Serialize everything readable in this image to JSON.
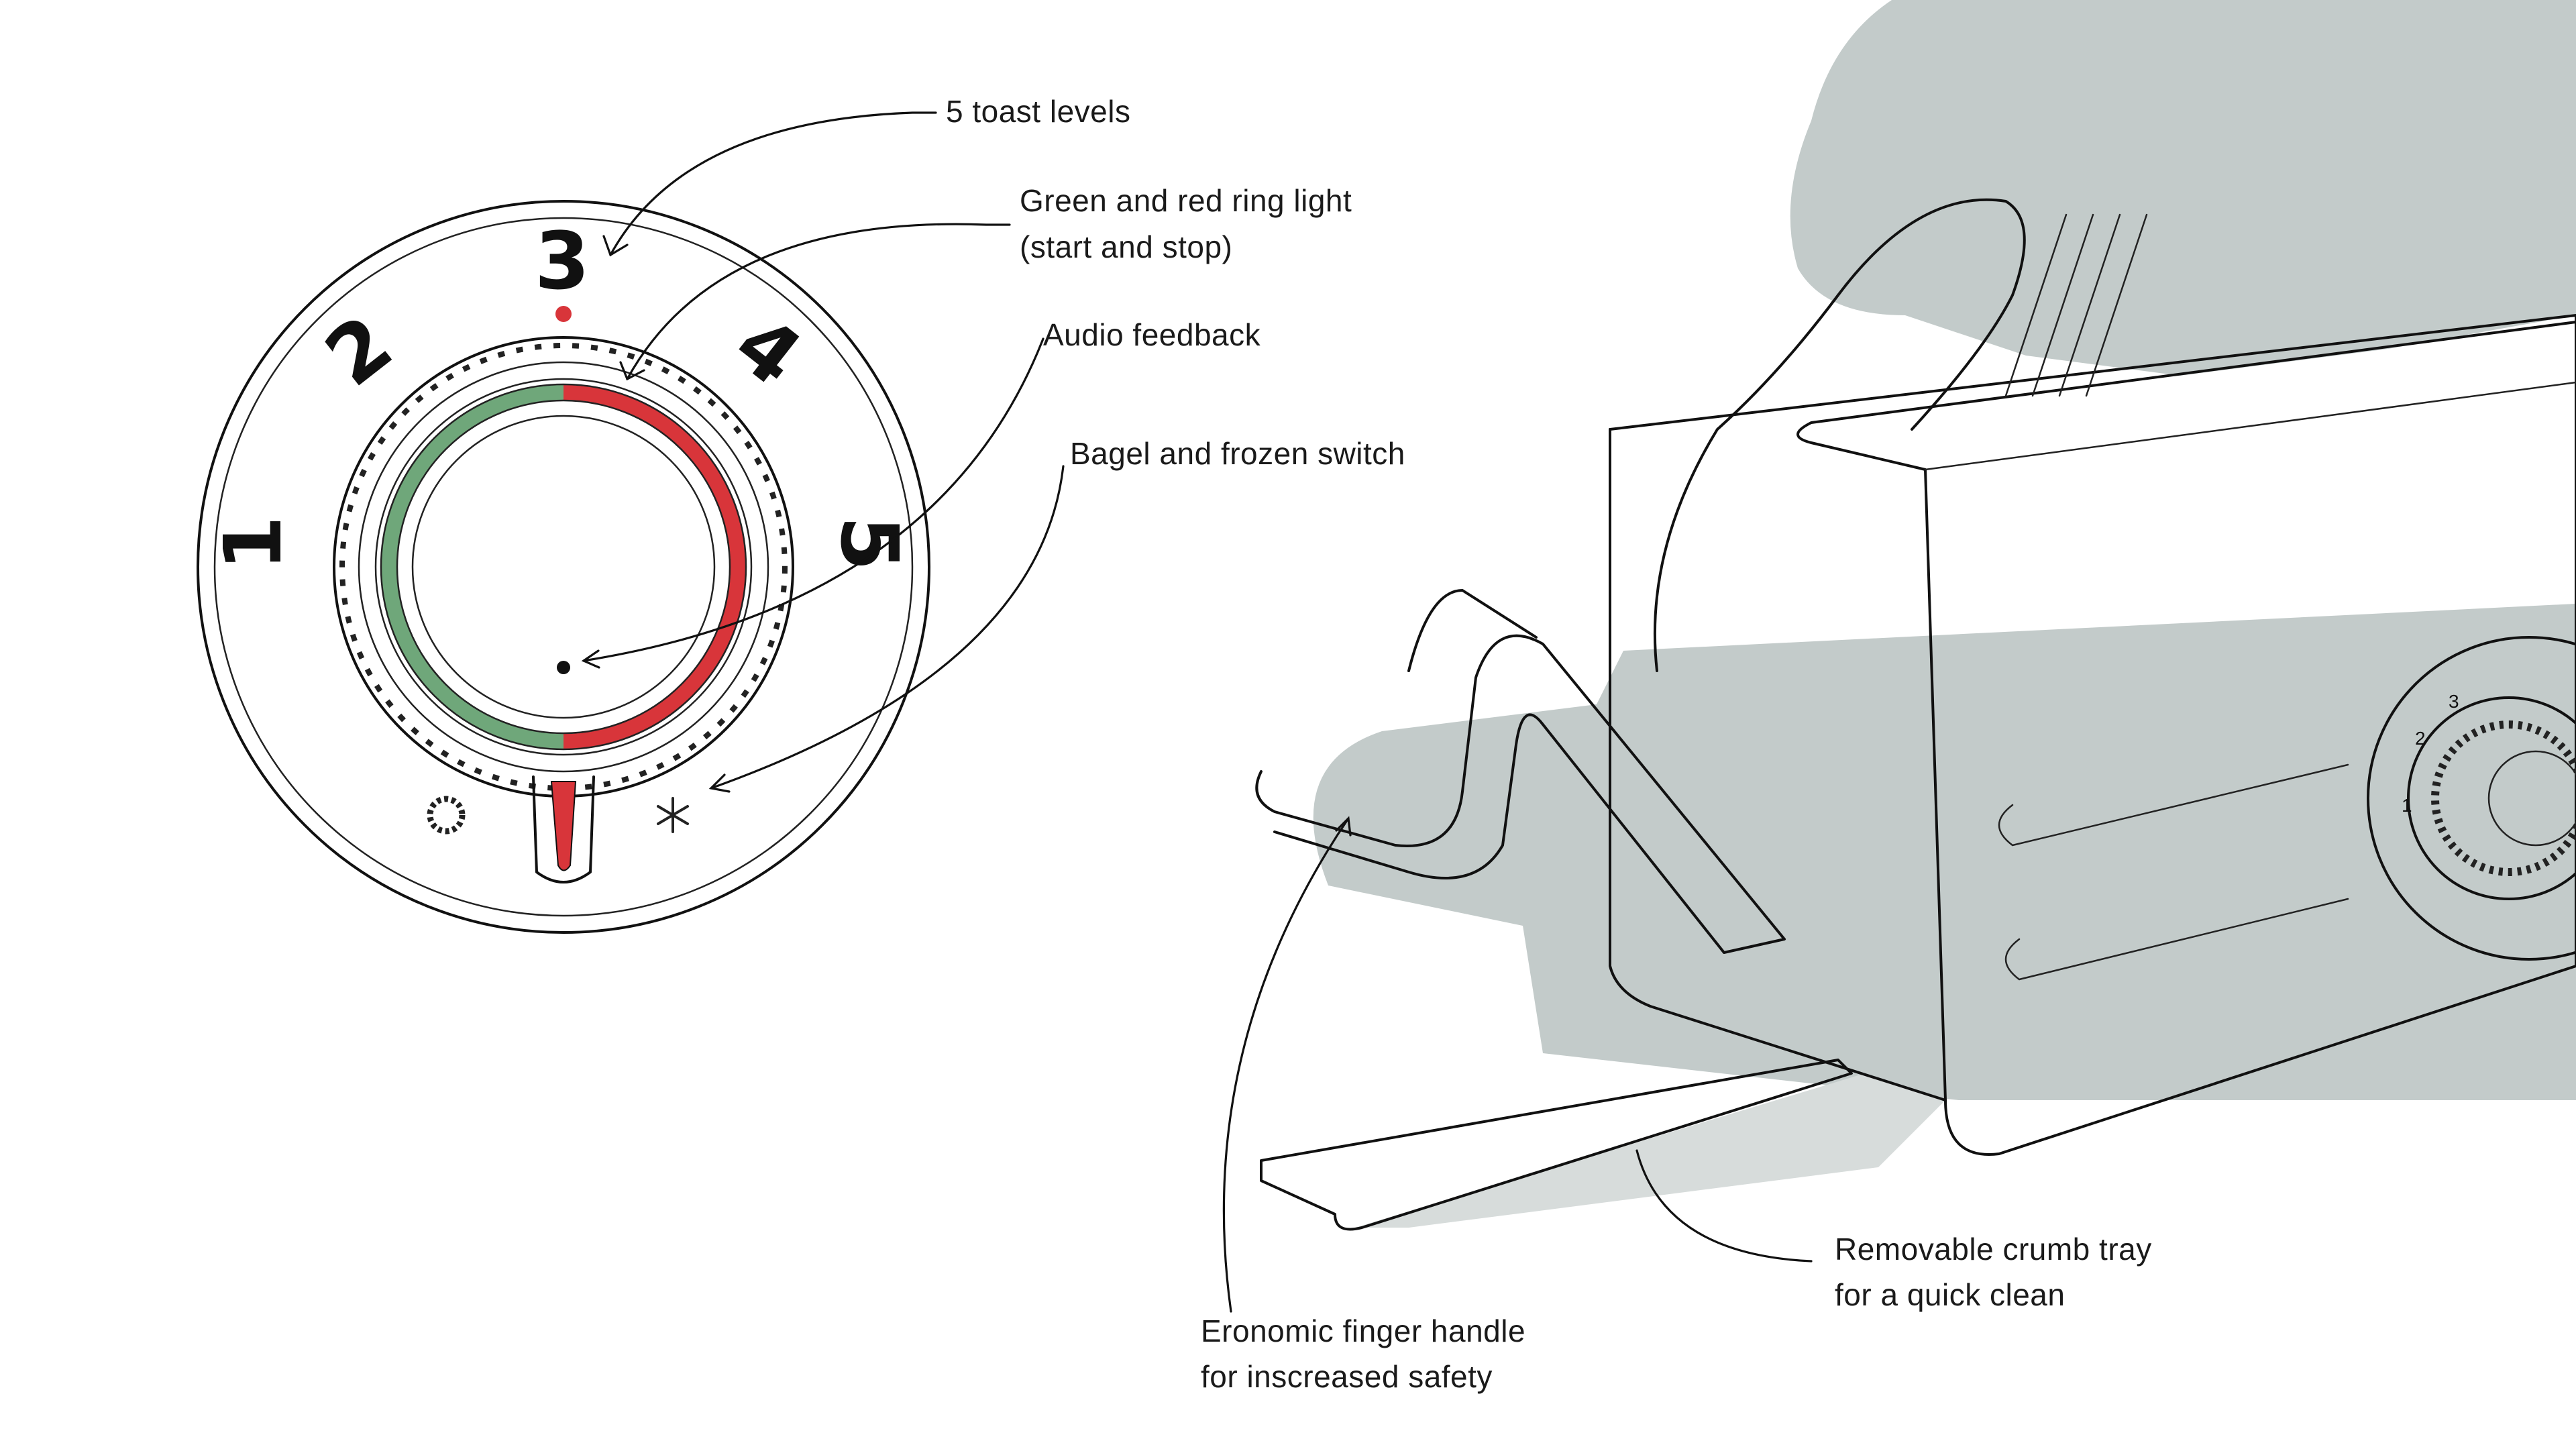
{
  "callouts": {
    "toast_levels": "5 toast levels",
    "ring_light_line1": "Green and red ring light",
    "ring_light_line2": "(start and stop)",
    "audio": "Audio feedback",
    "bagel": "Bagel and frozen switch",
    "crumb_line1": "Removable crumb tray",
    "crumb_line2": "for a quick clean",
    "handle_line1": "Eronomic finger handle",
    "handle_line2": "for inscreased safety"
  },
  "dial": {
    "levels": [
      "1",
      "2",
      "3",
      "4",
      "5"
    ],
    "small_levels": [
      "1",
      "2",
      "3"
    ]
  },
  "icons": {
    "bagel": "bagel-icon",
    "frozen": "snowflake-icon"
  },
  "colors": {
    "ring_green": "#6fa77a",
    "ring_red": "#d8353a",
    "shadow": "#c3cbca",
    "ink": "#111111"
  }
}
